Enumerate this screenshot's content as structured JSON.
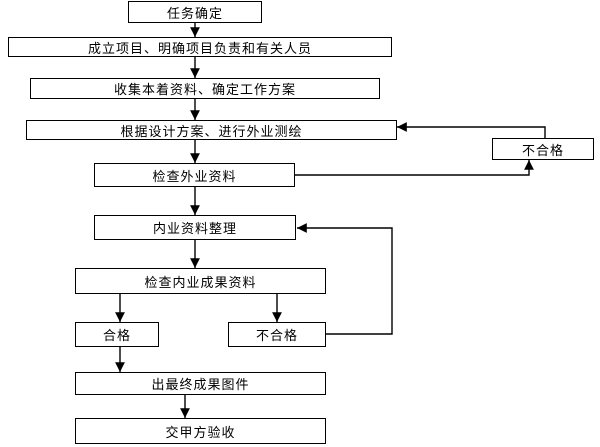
{
  "flowchart": {
    "nodes": {
      "task": "任务确定",
      "setup": "成立项目、明确项目负责和有关人员",
      "collect": "收集本着资料、确定工作方案",
      "survey": "根据设计方案、进行外业测绘",
      "unqualified_1": "不合格",
      "check_field": "检查外业资料",
      "office_data": "内业资料整理",
      "check_office": "检查内业成果资料",
      "qualified": "合格",
      "unqualified_2": "不合格",
      "final": "出最终成果图件",
      "delivery": "交甲方验收"
    }
  }
}
